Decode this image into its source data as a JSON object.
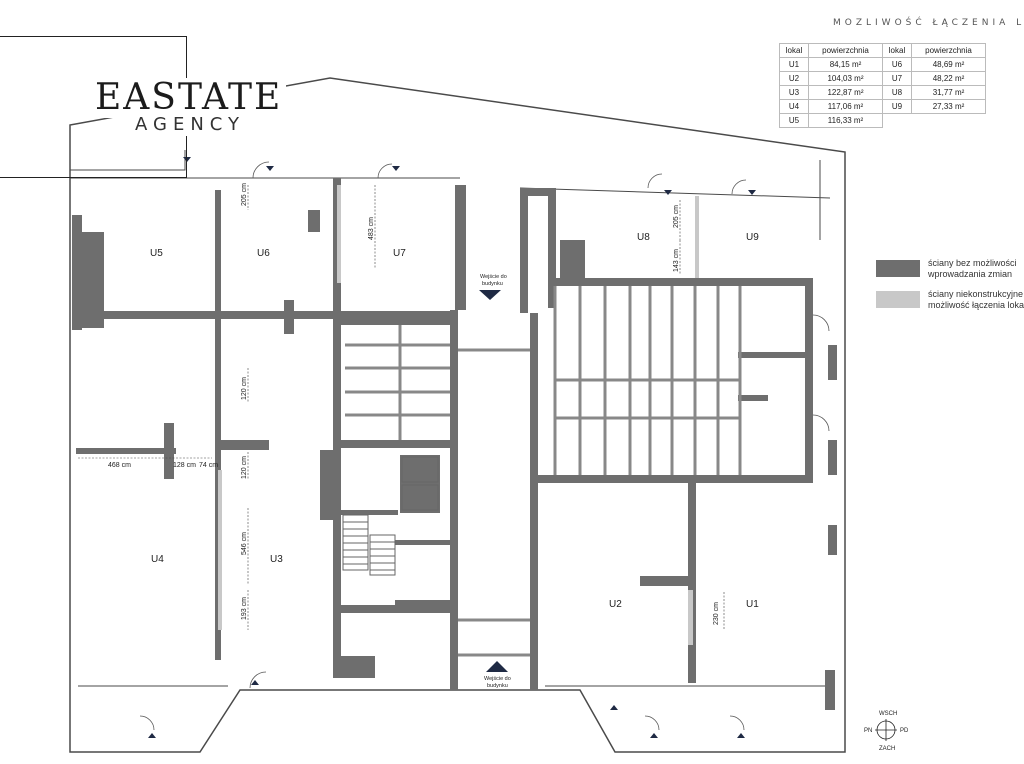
{
  "header": {
    "title": "MOZLIWOŚĆ ŁĄCZENIA LOK"
  },
  "logo": {
    "main": "EASTATE",
    "sub": "AGENCY"
  },
  "table": {
    "headers": [
      "lokal",
      "powierzchnia",
      "lokal",
      "powierzchnia"
    ],
    "rows": [
      [
        "U1",
        "84,15 m²",
        "U6",
        "48,69 m²"
      ],
      [
        "U2",
        "104,03 m²",
        "U7",
        "48,22 m²"
      ],
      [
        "U3",
        "122,87 m²",
        "U8",
        "31,77 m²"
      ],
      [
        "U4",
        "117,06 m²",
        "U9",
        "27,33 m²"
      ],
      [
        "U5",
        "116,33 m²",
        "",
        ""
      ]
    ]
  },
  "legend": {
    "structural": {
      "text_line1": "ściany bez możliwości",
      "text_line2": "wprowadzania zmian",
      "color": "#6e6e6e"
    },
    "nonstructural": {
      "text_line1": "ściany niekonstrukcyjne",
      "text_line2": "możliwość łączenia lokali",
      "color": "#c8c8c8"
    }
  },
  "rooms": {
    "u1": "U1",
    "u2": "U2",
    "u3": "U3",
    "u4": "U4",
    "u5": "U5",
    "u6": "U6",
    "u7": "U7",
    "u8": "U8",
    "u9": "U9"
  },
  "dimensions": {
    "d205a": "205 cm",
    "d483": "483 cm",
    "d205b": "205 cm",
    "d143": "143 cm",
    "d120a": "120 cm",
    "d120b": "120 cm",
    "d468": "468 cm",
    "d128": "128 cm",
    "d74": "74 cm",
    "d546": "546 cm",
    "d193": "193 cm",
    "d230": "230 cm"
  },
  "entrances": {
    "top_line1": "Wejście do",
    "top_line2": "budynku",
    "bottom_line1": "Wejście do",
    "bottom_line2": "budynku"
  },
  "compass": {
    "north": "WSCH",
    "south": "ZACH",
    "west": "PN",
    "east": "PD"
  }
}
